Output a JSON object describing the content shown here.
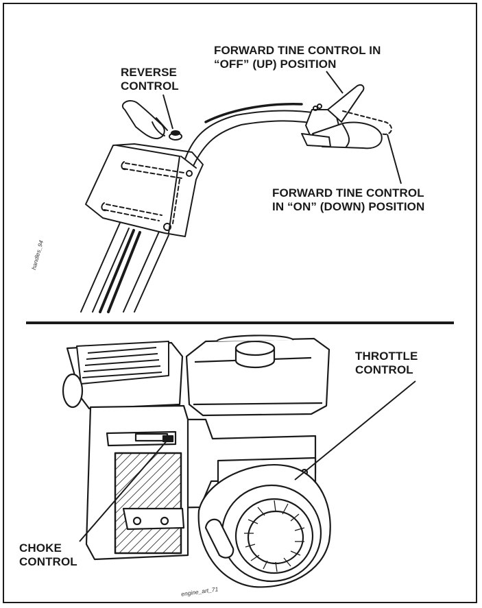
{
  "top_panel": {
    "labels": {
      "reverse_control": [
        "REVERSE",
        "CONTROL"
      ],
      "forward_off": [
        "FORWARD TINE CONTROL IN",
        "“OFF” (UP) POSITION"
      ],
      "forward_on": [
        "FORWARD TINE CONTROL",
        "IN “ON” (DOWN) POSITION"
      ]
    },
    "art_tag": "handles_94"
  },
  "bottom_panel": {
    "labels": {
      "throttle_control": [
        "THROTTLE",
        "CONTROL"
      ],
      "choke_control": [
        "CHOKE",
        "CONTROL"
      ]
    },
    "art_tag": "engine_art_71"
  },
  "colors": {
    "ink": "#1a1a1a",
    "background": "#ffffff"
  }
}
